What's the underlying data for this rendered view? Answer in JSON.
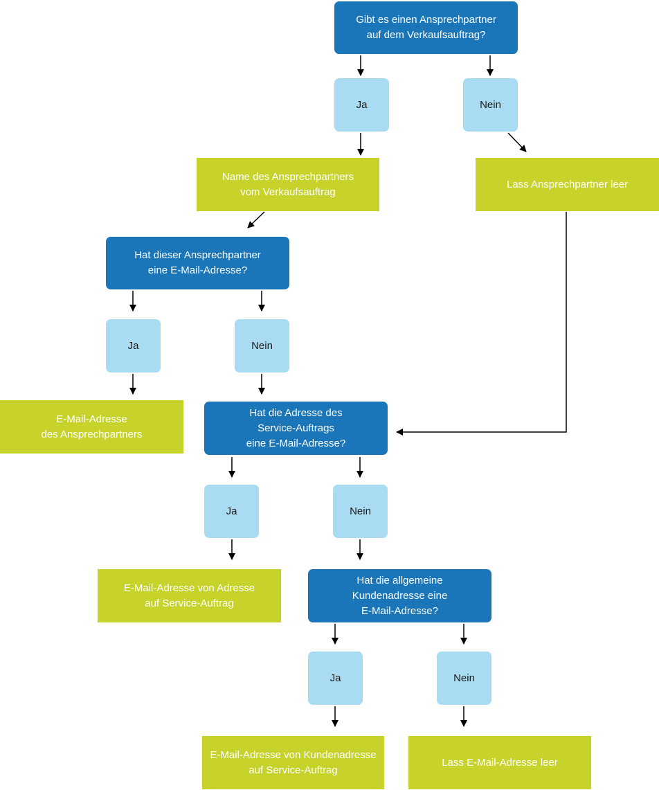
{
  "diagram": {
    "q1": "Gibt es einen Ansprechpartner\nauf dem Verkaufsauftrag?",
    "q1_yes": "Ja",
    "q1_no": "Nein",
    "contact_name": "Name des Ansprechpartners\nvom Verkaufsauftrag",
    "leave_contact_empty": "Lass Ansprechpartner leer",
    "q2": "Hat dieser Ansprechpartner\neine E-Mail-Adresse?",
    "q2_yes": "Ja",
    "q2_no": "Nein",
    "contact_email": "E-Mail-Adresse\ndes Ansprechpartners",
    "q3": "Hat die Adresse des\nService-Auftrags\neine E-Mail-Adresse?",
    "q3_yes": "Ja",
    "q3_no": "Nein",
    "service_address_email": "E-Mail-Adresse von Adresse\nauf Service-Auftrag",
    "q4": "Hat die allgemeine\nKundenadresse eine\nE-Mail-Adresse?",
    "q4_yes": "Ja",
    "q4_no": "Nein",
    "customer_address_email": "E-Mail-Adresse von Kundenadresse\nauf Service-Auftrag",
    "leave_email_empty": "Lass E-Mail-Adresse leer"
  },
  "colors": {
    "decision": "#1a76b8",
    "answer": "#a9dcf2",
    "outcome": "#c7d32b",
    "connector": "#000000"
  }
}
